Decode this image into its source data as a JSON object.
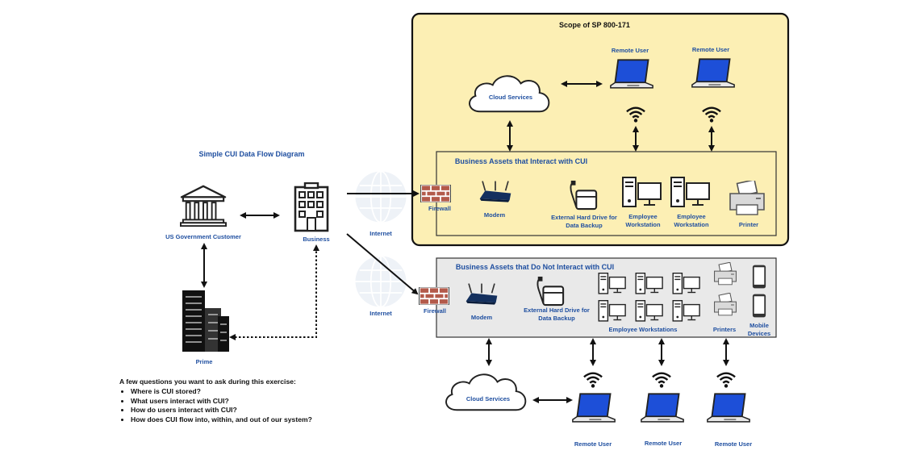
{
  "title": "Simple CUI Data Flow Diagram",
  "scope_title": "Scope of SP 800-171",
  "cui_assets_title": "Business Assets that Interact with CUI",
  "non_cui_assets_title": "Business Assets that Do Not Interact with CUI",
  "nodes": {
    "gov": "US Government Customer",
    "business": "Business",
    "prime": "Prime",
    "internet_top": "Internet",
    "internet_bottom": "Internet",
    "cloud_top": "Cloud Services",
    "cloud_bottom": "Cloud Services",
    "remote_top_1": "Remote User",
    "remote_top_2": "Remote User",
    "remote_bottom_1": "Remote User",
    "remote_bottom_2": "Remote User",
    "remote_bottom_3": "Remote User",
    "cui": {
      "firewall": "Firewall",
      "modem": "Modem",
      "hdd_line1": "External Hard Drive for",
      "hdd_line2": "Data Backup",
      "ws1_line1": "Employee",
      "ws1_line2": "Workstation",
      "ws2_line1": "Employee",
      "ws2_line2": "Workstation",
      "printer": "Printer"
    },
    "noncui": {
      "firewall": "Firewall",
      "modem": "Modem",
      "hdd_line1": "External Hard Drive for",
      "hdd_line2": "Data Backup",
      "workstations": "Employee Workstations",
      "printers": "Printers",
      "mobile_line1": "Mobile",
      "mobile_line2": "Devices"
    }
  },
  "questions": {
    "title": "A few questions you want to ask during this exercise:",
    "items": [
      "Where is CUI stored?",
      "What users interact with CUI?",
      "How do users interact with CUI?",
      "How does CUI flow into, within, and out of our system?"
    ]
  },
  "colors": {
    "scope_fill": "#fcefb4",
    "noncui_fill": "#e9e9e9",
    "label_blue": "#1f4fa0",
    "globe": "#eef2f7",
    "brick": "#b35a4a",
    "screen_blue": "#1d4fd8"
  }
}
